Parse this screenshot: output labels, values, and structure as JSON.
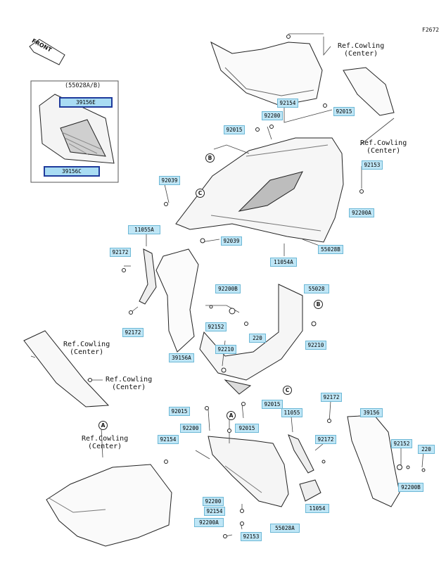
{
  "figure_code": "F2672",
  "front_label": "FRONT",
  "inset": {
    "title": "(55028A/B)",
    "parts": [
      "39156E",
      "39156C"
    ]
  },
  "reference_notes": [
    "Ref.Cowling\n(Center)",
    "Ref.Cowling\n(Center)",
    "Ref.Cowling\n(Center)",
    "Ref.Cowling\n(Center)",
    "Ref.Cowling\n(Center)"
  ],
  "callouts": [
    "B",
    "C",
    "B",
    "C",
    "A",
    "A"
  ],
  "part_tags": [
    "92154",
    "92200",
    "92015",
    "92015",
    "92039",
    "92153",
    "92200A",
    "11055A",
    "92172",
    "92039",
    "55028B",
    "11054A",
    "92200B",
    "55028",
    "92152",
    "220",
    "92210",
    "39156A",
    "92172",
    "92210",
    "92015",
    "92172",
    "92015",
    "92200",
    "92015",
    "11055",
    "39156",
    "92154",
    "92172",
    "92152",
    "220",
    "92200B",
    "92200",
    "11054",
    "92154",
    "92200A",
    "55028A",
    "92153"
  ],
  "colors": {
    "tag_fill": "#bfe6f6",
    "tag_border": "#6db8d6",
    "inset_tag_border": "#1f3b9c",
    "line": "#222222"
  }
}
